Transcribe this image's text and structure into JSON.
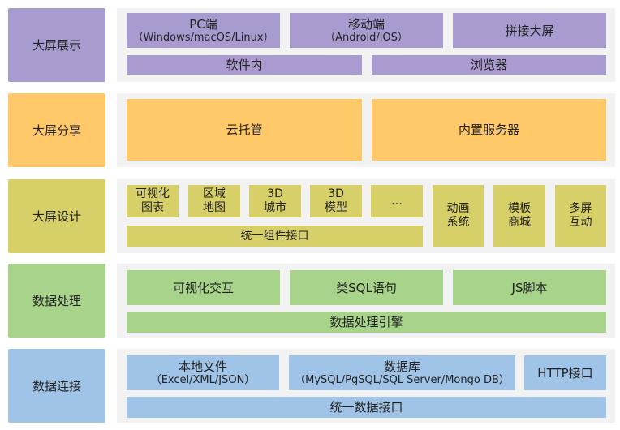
{
  "layers": [
    {
      "label": "大屏展示",
      "items": {
        "pc_title": "PC端",
        "pc_sub": "（Windows/macOS/Linux）",
        "mobile_title": "移动端",
        "mobile_sub": "（Android/iOS）",
        "splice": "拼接大屏",
        "inside_software": "软件内",
        "browser": "浏览器"
      }
    },
    {
      "label": "大屏分享",
      "items": {
        "cloud_hosting": "云托管",
        "built_in_server": "内置服务器"
      }
    },
    {
      "label": "大屏设计",
      "items": {
        "visual_chart_1": "可视化",
        "visual_chart_2": "图表",
        "region_map_1": "区域",
        "region_map_2": "地图",
        "city_3d_1": "3D",
        "city_3d_2": "城市",
        "model_3d_1": "3D",
        "model_3d_2": "模型",
        "more": "…",
        "animation_1": "动画",
        "animation_2": "系统",
        "template_1": "模板",
        "template_2": "商城",
        "multi_screen_1": "多屏",
        "multi_screen_2": "互动",
        "component_interface": "统一组件接口"
      }
    },
    {
      "label": "数据处理",
      "items": {
        "visual_interaction": "可视化交互",
        "sql_like": "类SQL语句",
        "js_script": "JS脚本",
        "engine": "数据处理引擎"
      }
    },
    {
      "label": "数据连接",
      "items": {
        "local_file_title": "本地文件",
        "local_file_sub": "（Excel/XML/JSON）",
        "database_title": "数据库",
        "database_sub": "（MySQL/PgSQL/SQL Server/Mongo DB）",
        "http": "HTTP接口",
        "data_interface": "统一数据接口"
      }
    }
  ],
  "colors": {
    "display": "#a99bd0",
    "share": "#ffc869",
    "design": "#d7cf68",
    "processing": "#a8d38a",
    "connection": "#9fc4e8",
    "panel": "#f2f2f2"
  }
}
